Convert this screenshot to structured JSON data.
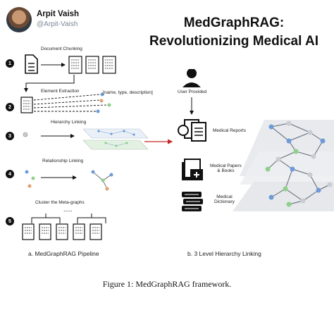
{
  "author": {
    "name": "Arpit Vaish",
    "handle": "@Arpit-Vaish"
  },
  "title": {
    "line1": "MedGraphRAG:",
    "line2": "Revolutionizing Medical AI"
  },
  "pipeline": {
    "steps": [
      "1",
      "2",
      "3",
      "4",
      "5"
    ],
    "step_labels": {
      "chunking": "Document Chunking",
      "extraction": "Element Extraction",
      "extraction_schema": "[name, type, description]",
      "hierarchy": "Hierarchy Linking",
      "relationship": "Relationship Linking",
      "cluster": "Cluster the Meta-graphs"
    },
    "caption": "a. MedGraphRAG Pipeline"
  },
  "hierarchy": {
    "levels": {
      "user": "User Provided",
      "reports": "Medical Reports",
      "papers": "Medical Papers\n& Books",
      "dictionary": "Medical\nDictionary"
    },
    "caption": "b. 3 Level Hierarchy Linking"
  },
  "figure_caption": "Figure 1: MedGraphRAG framework.",
  "colors": {
    "accent_red": "#c62828",
    "node_blue": "#6e9bd8",
    "node_green": "#8fd08a",
    "node_gray": "#c9ccd2"
  },
  "icons": [
    "avatar",
    "document-icon",
    "user-icon",
    "report-icon",
    "papers-books-icon",
    "dictionary-icon"
  ]
}
